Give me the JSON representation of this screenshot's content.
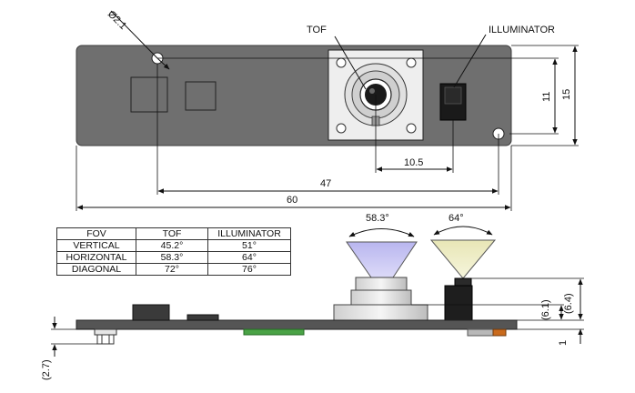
{
  "labels": {
    "tof": "TOF",
    "illuminator": "ILLUMINATOR",
    "hole_diameter": "Ø2.1"
  },
  "dimensions": {
    "overall_width": "60",
    "hole_to_illuminator": "47",
    "tof_to_illuminator": "10.5",
    "height_11": "11",
    "height_15": "15",
    "side_6_1": "(6.1)",
    "side_6_4": "(6.4)",
    "side_1": "1",
    "side_2_7": "(2.7)"
  },
  "fov_angles": {
    "tof": "58.3°",
    "illuminator": "64°"
  },
  "fov_table": {
    "header": [
      "FOV",
      "TOF",
      "ILLUMINATOR"
    ],
    "rows": [
      [
        "VERTICAL",
        "45.2°",
        "51°"
      ],
      [
        "HORIZONTAL",
        "58.3°",
        "64°"
      ],
      [
        "DIAGONAL",
        "72°",
        "76°"
      ]
    ]
  },
  "colors": {
    "board": "#6f6f6f",
    "tof_cone": "#c8c6f2",
    "illuminator_cone": "#eeecc2",
    "connector": "#4aa346",
    "pin_orange": "#c96a1c"
  }
}
